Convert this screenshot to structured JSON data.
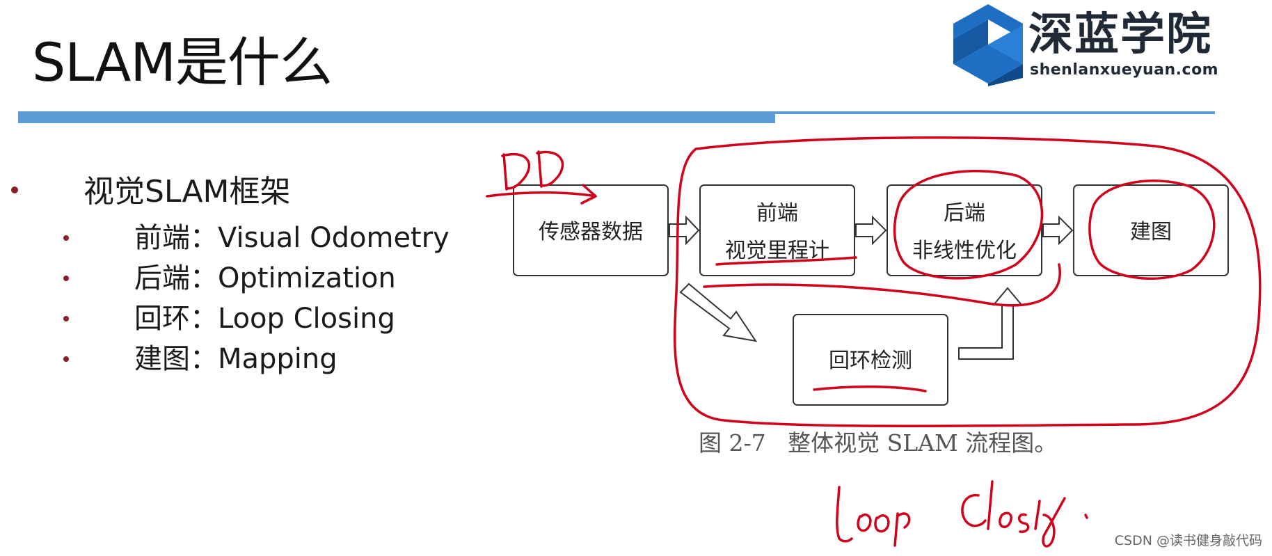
{
  "slide": {
    "title": "SLAM是什么",
    "logo": {
      "name": "深蓝学院",
      "url": "shenlanxueyuan.com"
    },
    "bullets": {
      "main": "视觉SLAM框架",
      "items": [
        {
          "label": "前端：Visual Odometry"
        },
        {
          "label": "后端：Optimization"
        },
        {
          "label": "回环：Loop Closing"
        },
        {
          "label": "建图：Mapping"
        }
      ]
    },
    "figure": {
      "boxes": {
        "sensor": "传感器数据",
        "frontend_title": "前端",
        "frontend_sub": "视觉里程计",
        "backend_title": "后端",
        "backend_sub": "非线性优化",
        "mapping": "建图",
        "loop": "回环检测"
      },
      "caption": "图 2-7   整体视觉 SLAM 流程图。"
    },
    "annotations": {
      "handwriting_top": "DD",
      "handwriting_bottom": "Loop closing"
    },
    "source": "CSDN @读书健身敲代码"
  },
  "colors": {
    "accent_bar": "#5b9bd5",
    "bullet": "#8b1e2b",
    "ink": "#d0021b",
    "logo_blue": "#1e6fc4"
  }
}
